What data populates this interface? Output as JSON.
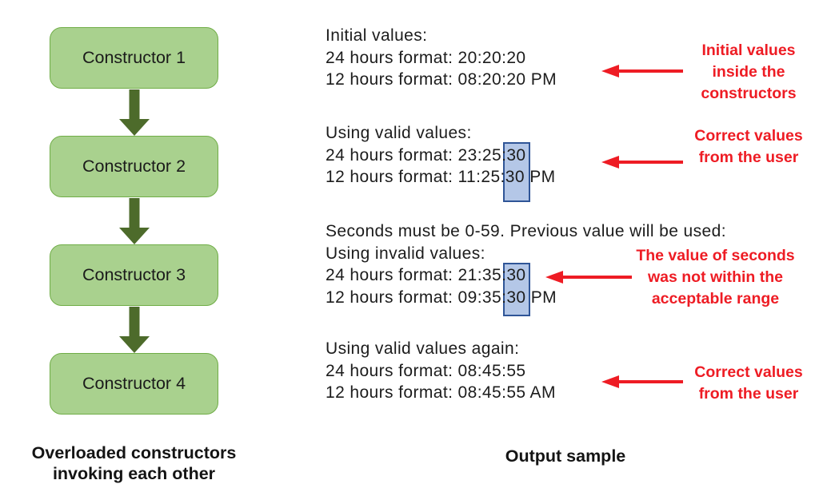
{
  "colors": {
    "box-fill": "#a9d18e",
    "box-border": "#70ad47",
    "arrow-green": "#4d6b2b",
    "hl-fill": "#b4c7e7",
    "hl-border": "#2f5597",
    "red": "#ee1c24"
  },
  "flowchart": {
    "boxes": [
      {
        "label": "Constructor 1"
      },
      {
        "label": "Constructor 2"
      },
      {
        "label": "Constructor 3"
      },
      {
        "label": "Constructor 4"
      }
    ],
    "caption_line1": "Overloaded constructors",
    "caption_line2": "invoking each other"
  },
  "output": {
    "caption": "Output sample",
    "blocks": [
      {
        "lines": [
          "Initial values:",
          "24 hours format: 20:20:20",
          "12 hours format: 08:20:20 PM"
        ]
      },
      {
        "lines": [
          "Using valid values:",
          {
            "pre": "24 hours format: 23:25:",
            "hl": "30",
            "post": ""
          },
          {
            "pre": "12 hours format: 11:25:",
            "hl": "30",
            "post": " PM"
          }
        ]
      },
      {
        "lines": [
          "Seconds must be 0-59. Previous value will be used:",
          "Using invalid values:",
          {
            "pre": "24 hours format: 21:35:",
            "hl": "30",
            "post": ""
          },
          {
            "pre": "12 hours format: 09:35:",
            "hl": "30",
            "post": " PM"
          }
        ]
      },
      {
        "lines": [
          "Using valid values again:",
          "24 hours format: 08:45:55",
          "12 hours format: 08:45:55 AM"
        ]
      }
    ]
  },
  "annotations": [
    {
      "lines": [
        "Initial values",
        "inside the",
        "constructors"
      ]
    },
    {
      "lines": [
        "Correct values",
        "from the user"
      ]
    },
    {
      "lines": [
        "The value of seconds",
        "was not within the",
        "acceptable range"
      ]
    },
    {
      "lines": [
        "Correct values",
        "from the user"
      ]
    }
  ],
  "icons": {
    "flow_arrow": "down-arrow",
    "annotation_arrow": "left-arrow"
  }
}
